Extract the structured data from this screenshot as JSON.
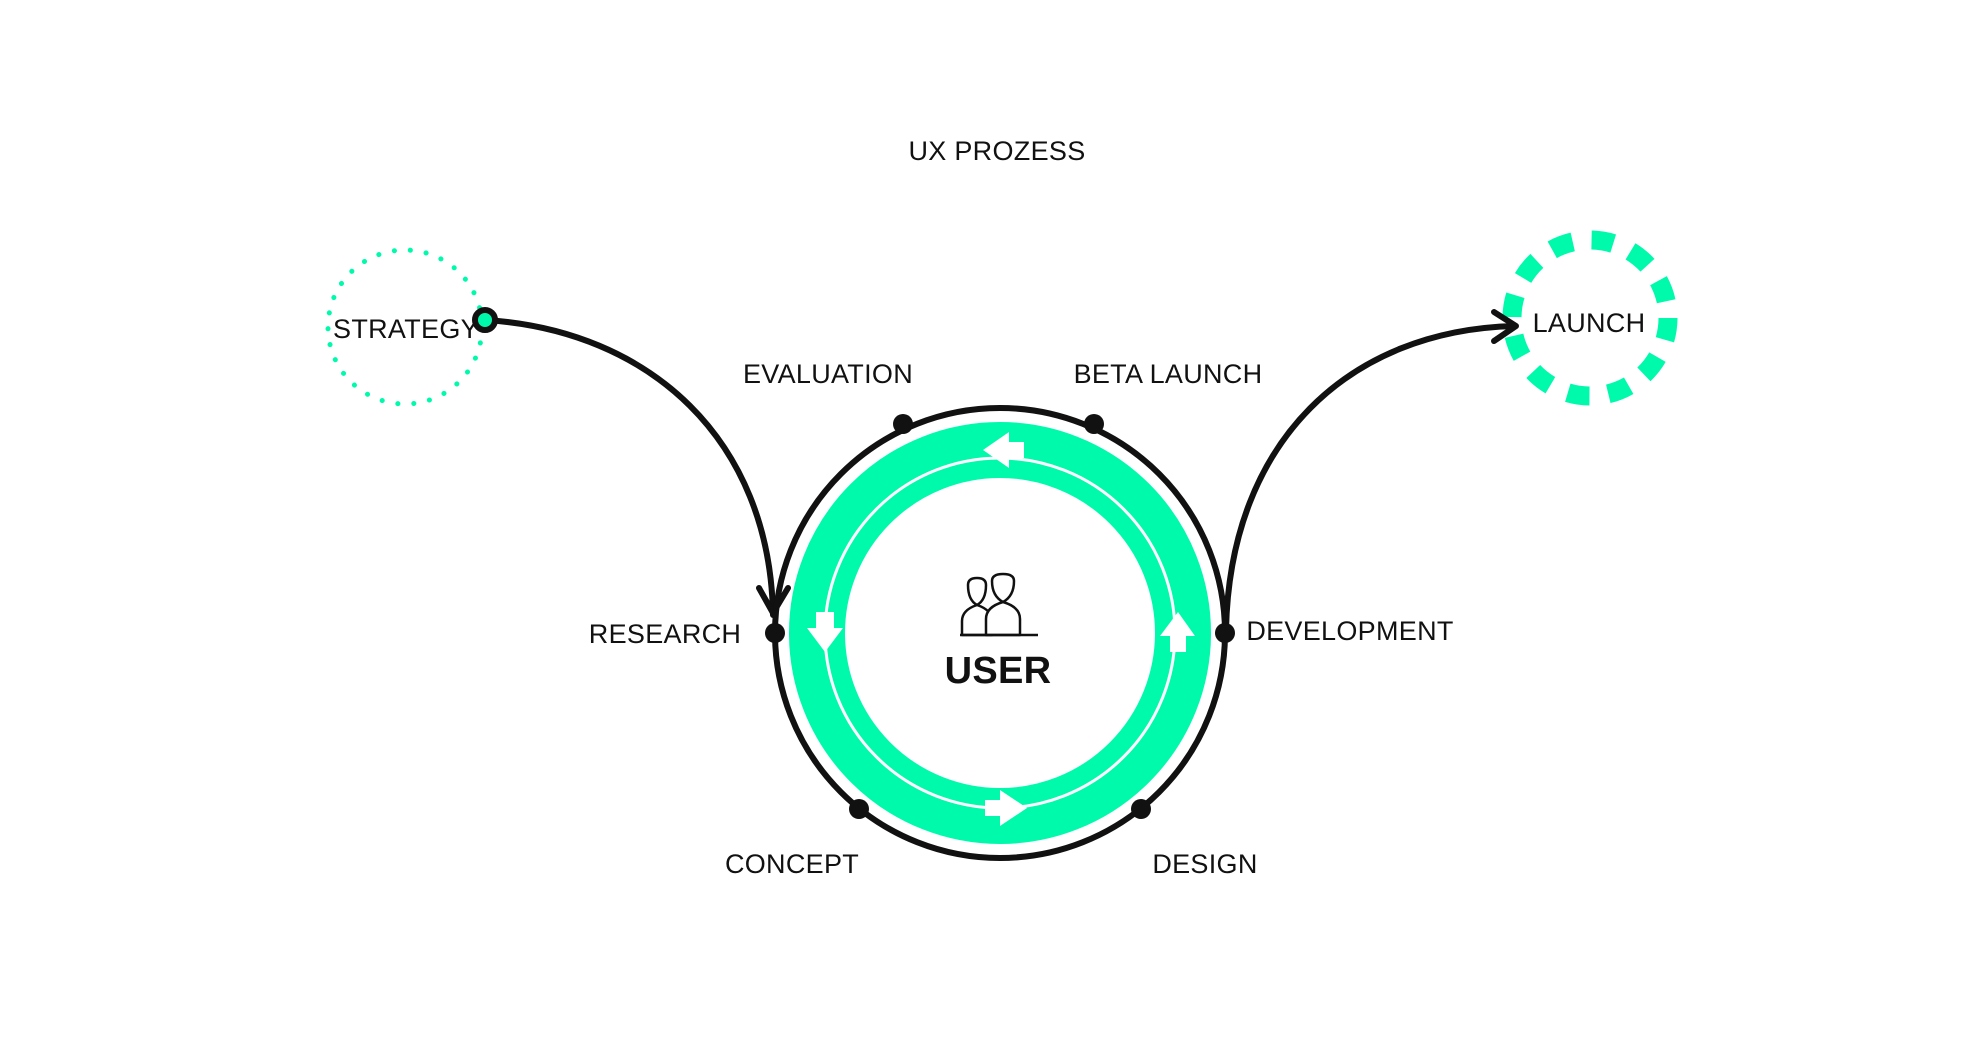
{
  "title": "UX PROZESS",
  "start": {
    "label": "STRATEGY"
  },
  "end": {
    "label": "LAUNCH"
  },
  "center": {
    "label": "USER",
    "icon": "users-icon"
  },
  "stages": [
    {
      "id": "research",
      "label": "RESEARCH"
    },
    {
      "id": "concept",
      "label": "CONCEPT"
    },
    {
      "id": "design",
      "label": "DESIGN"
    },
    {
      "id": "development",
      "label": "DEVELOPMENT"
    },
    {
      "id": "beta-launch",
      "label": "BETA LAUNCH"
    },
    {
      "id": "evaluation",
      "label": "EVALUATION"
    }
  ],
  "colors": {
    "accent": "#00FAAB",
    "line": "#111111",
    "background": "#FFFFFF"
  }
}
